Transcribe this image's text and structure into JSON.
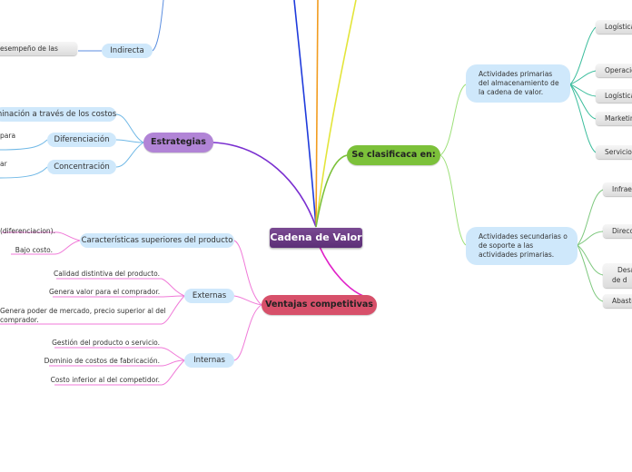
{
  "central": "Cadena de Valor",
  "strategies": {
    "title": "Estrategias",
    "cost": "minación a través de los costos",
    "differentiation": "Diferenciación",
    "diff_leaf": "para",
    "concentration": "Concentración",
    "conc_leaf": "ar"
  },
  "indirect": {
    "label": "Indirecta",
    "leaf": "esempeño de las"
  },
  "competitive": {
    "title": "Ventajas competitivas",
    "superior": {
      "label": "Características superiores del producto",
      "leaves": [
        "(diferenciacion).",
        "Bajo costo."
      ]
    },
    "external": {
      "label": "Externas",
      "leaves": [
        "Calidad distintiva del producto.",
        "Genera valor para el comprador.",
        "Genera poder de mercado, precio superior al del",
        "comprador."
      ]
    },
    "internal": {
      "label": "Internas",
      "leaves": [
        "Gestión del producto o servicio.",
        "Dominio de costos de fabricación.",
        "Costo inferior al del competidor."
      ]
    }
  },
  "classification": {
    "title": "Se clasificaca en:",
    "primary": {
      "label": "Actividades primarias del almacenamiento de la cadena de valor.",
      "items": [
        "Logística",
        "Operacio",
        "Logística",
        "Marketin",
        "Servicio"
      ]
    },
    "secondary": {
      "label": "Actividades secundarias o de soporte a las actividades primarias.",
      "items": [
        "Infrae",
        "Direcc",
        "Desa",
        "de d",
        "Abastec"
      ]
    }
  }
}
